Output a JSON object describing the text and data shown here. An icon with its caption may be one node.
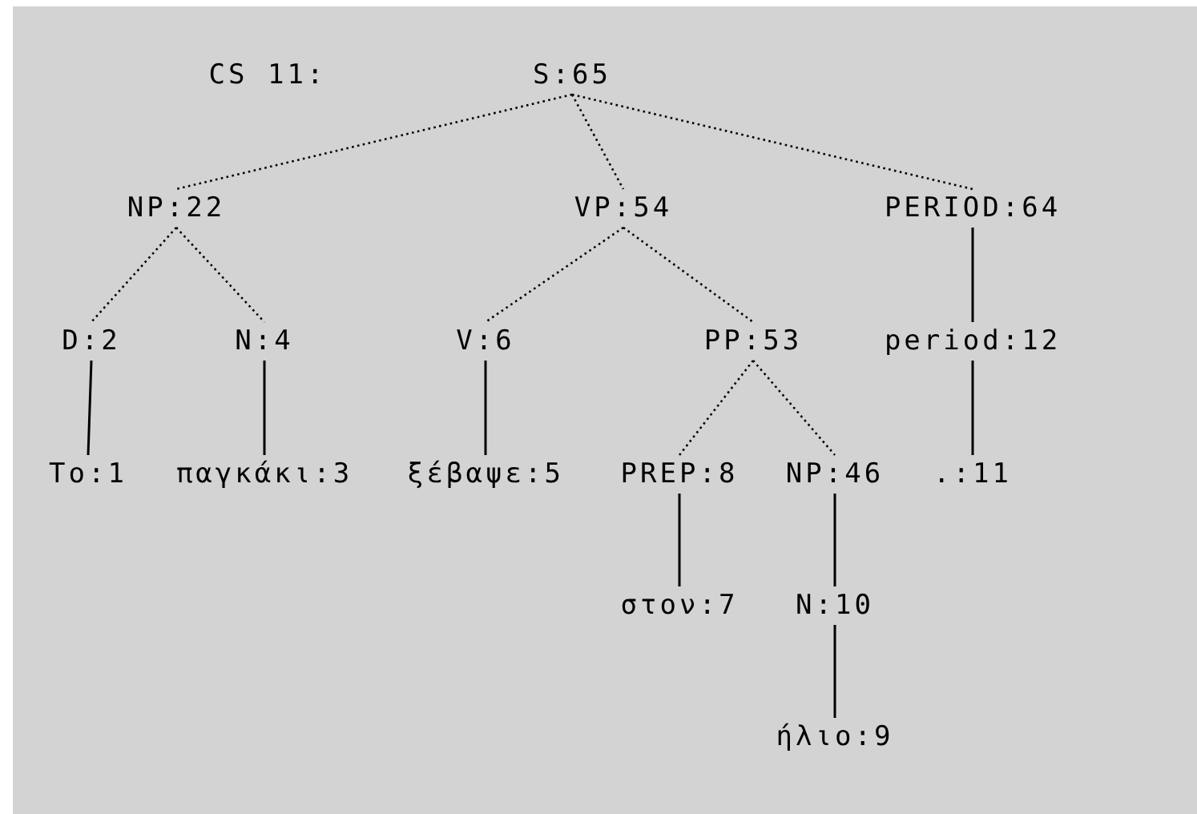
{
  "diagram": {
    "nodes": [
      {
        "text": [
          "S:65"
        ]
      },
      {
        "text": [
          "NP:22"
        ]
      },
      {
        "text": [
          "VP:54"
        ]
      },
      {
        "text": [
          "PERIOD:64"
        ]
      },
      {
        "text": [
          "D:2"
        ]
      },
      {
        "text": [
          "N:4"
        ]
      },
      {
        "text": [
          "V:6"
        ]
      },
      {
        "text": [
          "PP:53"
        ]
      },
      {
        "text": [
          "period:12"
        ]
      },
      {
        "text": [
          "To:1"
        ]
      },
      {
        "text": [
          "παγκάκι:3"
        ]
      },
      {
        "text": [
          "ξέβαψε:5"
        ]
      },
      {
        "text": [
          "PREP:8"
        ]
      },
      {
        "text": [
          "NP:46"
        ]
      },
      {
        "text": [
          ".:11"
        ]
      },
      {
        "text": [
          "στον:7"
        ]
      },
      {
        "text": [
          "N:10"
        ]
      },
      {
        "text": [
          "ήλιο:9"
        ]
      }
    ],
    "edges": [
      {
        "from": 0,
        "to": 1,
        "arrow": "none",
        "style": "dashed"
      },
      {
        "from": 0,
        "to": 2,
        "arrow": "none",
        "style": "dashed"
      },
      {
        "from": 0,
        "to": 3,
        "arrow": "none",
        "style": "dashed"
      },
      {
        "from": 1,
        "to": 4,
        "arrow": "none",
        "style": "dashed"
      },
      {
        "from": 1,
        "to": 5,
        "arrow": "none",
        "style": "dashed"
      },
      {
        "from": 2,
        "to": 6,
        "arrow": "none",
        "style": "dashed"
      },
      {
        "from": 2,
        "to": 7,
        "arrow": "none",
        "style": "dashed"
      },
      {
        "from": 3,
        "to": 8,
        "arrow": "none"
      },
      {
        "from": 4,
        "to": 9,
        "arrow": "none"
      },
      {
        "from": 5,
        "to": 10,
        "arrow": "none"
      },
      {
        "from": 6,
        "to": 11,
        "arrow": "none"
      },
      {
        "from": 7,
        "to": 12,
        "arrow": "none",
        "style": "dashed"
      },
      {
        "from": 7,
        "to": 13,
        "arrow": "none",
        "style": "dashed"
      },
      {
        "from": 8,
        "to": 14,
        "arrow": "none"
      },
      {
        "from": 12,
        "to": 15,
        "arrow": "none"
      },
      {
        "from": 13,
        "to": 16,
        "arrow": "none"
      },
      {
        "from": 16,
        "to": 17,
        "arrow": "none"
      }
    ],
    "labels": [
      "CS 11:"
    ]
  }
}
